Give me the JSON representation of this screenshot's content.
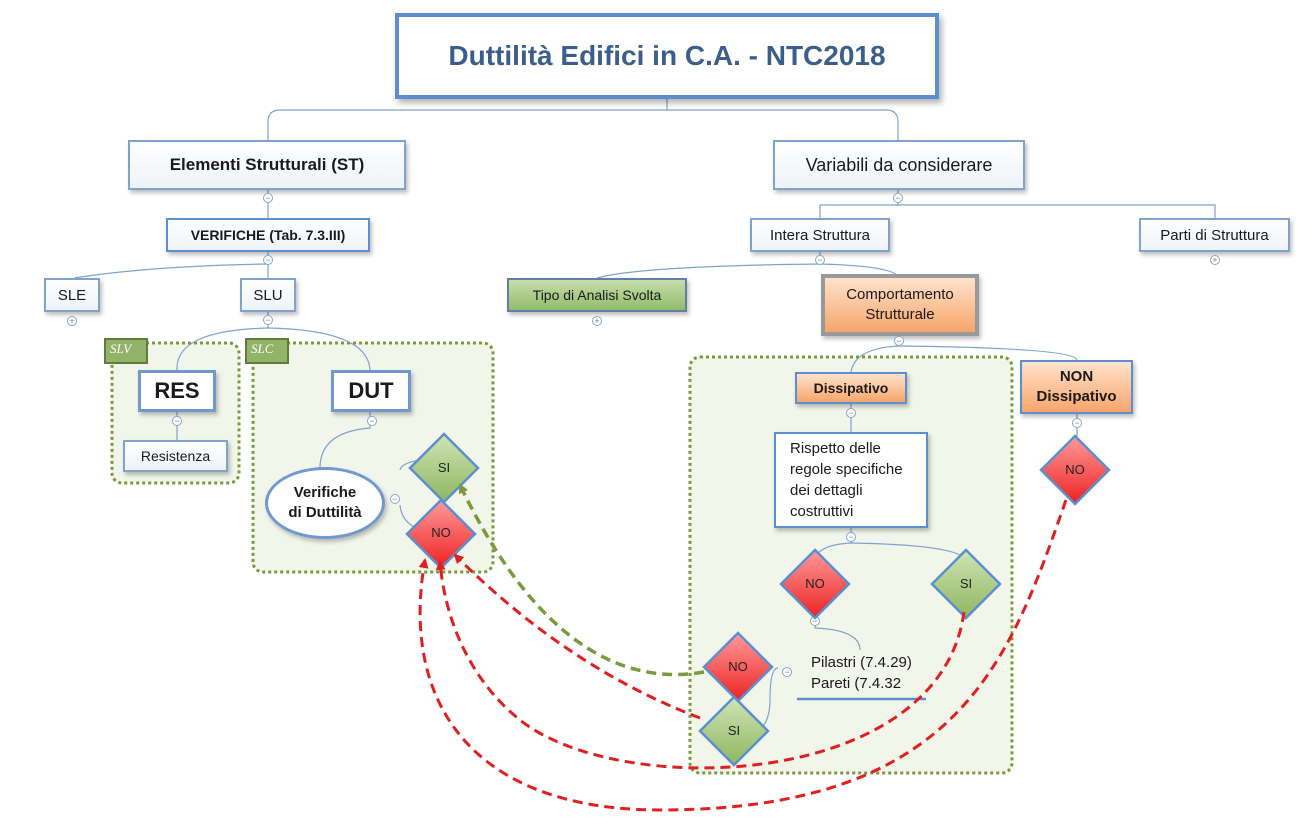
{
  "title": "Duttilità Edifici in C.A. - NTC2018",
  "left": {
    "root": "Elementi Strutturali (ST)",
    "verifiche": "VERIFICHE  (Tab. 7.3.III)",
    "sle": "SLE",
    "slu": "SLU",
    "slv_tag": "SLV",
    "slc_tag": "SLC",
    "res": "RES",
    "resistenza": "Resistenza",
    "dut": "DUT",
    "verifiche_duttilita_1": "Verifiche",
    "verifiche_duttilita_2": "di Duttilità",
    "si": "SI",
    "no": "NO"
  },
  "right": {
    "root": "Variabili da considerare",
    "intera": "Intera Struttura",
    "parti": "Parti di Struttura",
    "tipo_analisi": "Tipo di Analisi Svolta",
    "comportamento_1": "Comportamento",
    "comportamento_2": "Strutturale",
    "dissipativo": "Dissipativo",
    "non_dissipativo_1": "NON",
    "non_dissipativo_2": "Dissipativo",
    "rispetto_1": "Rispetto delle",
    "rispetto_2": "regole specifiche",
    "rispetto_3": "dei dettagli",
    "rispetto_4": "costruttivi",
    "no_a": "NO",
    "si_a": "SI",
    "no_b": "NO",
    "si_b": "SI",
    "no_c": "NO",
    "pilastri": "Pilastri (7.4.29)",
    "pareti": "Pareti (7.4.32"
  },
  "colors": {
    "line": "#7fa3cc",
    "dotted_group": "#7a9a3c",
    "arrow_red": "#e02020",
    "arrow_green": "#7a9a3c",
    "diamond_red": "#ff5a5a",
    "diamond_green": "#a8c880"
  }
}
